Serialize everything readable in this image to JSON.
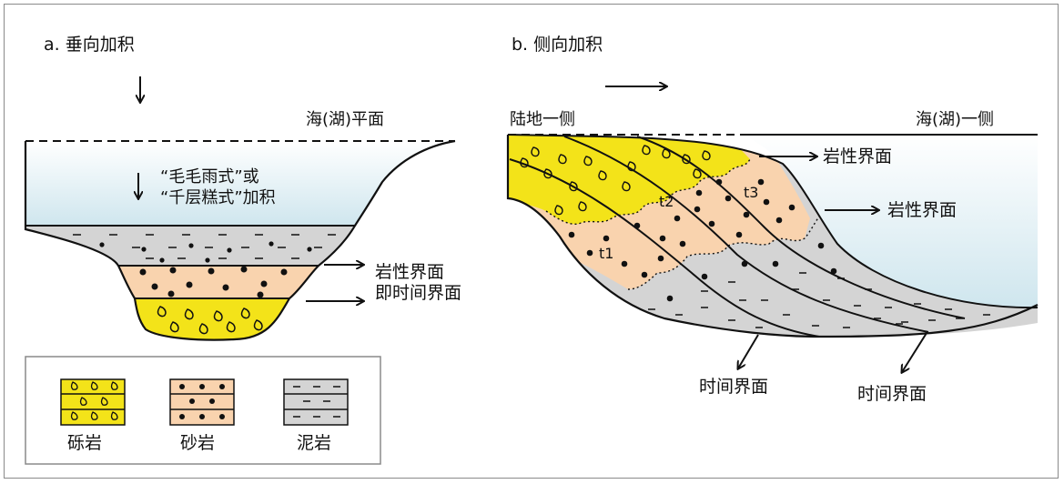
{
  "panel_a": {
    "title": "a. 垂向加积",
    "sea_level": "海(湖)平面",
    "accretion_line1": "“毛毛雨式”或",
    "accretion_line2": "“千层糕式”加积",
    "boundary_line1": "岩性界面",
    "boundary_line2": "即时间界面"
  },
  "panel_b": {
    "title": "b. 侧向加积",
    "land_side": "陆地一侧",
    "sea_side": "海(湖)一侧",
    "litho_boundary_1": "岩性界面",
    "litho_boundary_2": "岩性界面",
    "time_boundary_1": "时间界面",
    "time_boundary_2": "时间界面",
    "t1": "t1",
    "t2": "t2",
    "t3": "t3"
  },
  "legend": {
    "items": [
      {
        "label": "砾岩",
        "color": "#f3e319"
      },
      {
        "label": "砂岩",
        "color": "#f9d3ae"
      },
      {
        "label": "泥岩",
        "color": "#d4d4d4"
      }
    ]
  },
  "colors": {
    "water_top": "#ffffff",
    "water_bottom": "#cfe6ee",
    "conglomerate": "#f3e319",
    "sandstone": "#f9d3ae",
    "mudstone": "#d4d4d4"
  }
}
